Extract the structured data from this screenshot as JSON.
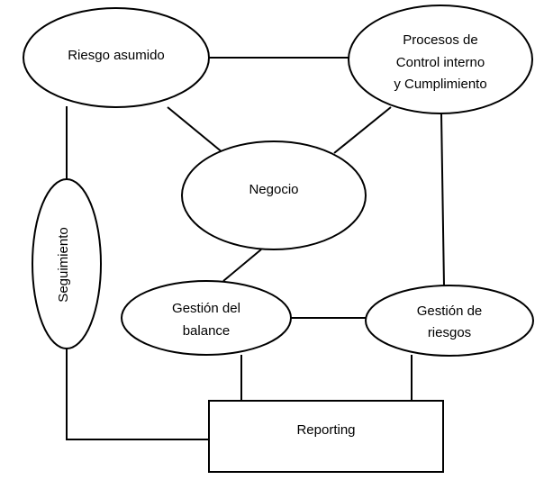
{
  "diagram": {
    "nodes": {
      "riesgo_asumido": {
        "lines": [
          "Riesgo asumido"
        ]
      },
      "procesos_control": {
        "lines": [
          "Procesos de",
          "Control interno",
          "y Cumplimiento"
        ]
      },
      "negocio": {
        "lines": [
          "Negocio"
        ]
      },
      "seguimiento": {
        "lines": [
          "Seguimiento"
        ]
      },
      "gestion_balance": {
        "lines": [
          "Gestión del",
          "balance"
        ]
      },
      "gestion_riesgos": {
        "lines": [
          "Gestión de",
          "riesgos"
        ]
      },
      "reporting": {
        "lines": [
          "Reporting"
        ]
      }
    },
    "colors": {
      "stroke": "#000000",
      "fill": "#ffffff",
      "text": "#000000"
    }
  }
}
